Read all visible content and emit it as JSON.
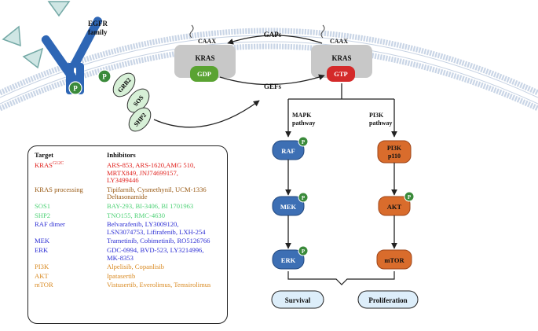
{
  "receptor": {
    "line1": "EGFR",
    "line2": "family"
  },
  "phospho_label": "P",
  "adaptors": [
    "GRB2",
    "SOS",
    "SHP2"
  ],
  "kras_inactive": {
    "name": "KRAS",
    "nucleotide": "GDP"
  },
  "kras_active": {
    "name": "KRAS",
    "nucleotide": "GTP"
  },
  "caax": "CAAX",
  "gaps": "GAPs",
  "gefs": "GEFs",
  "pathways": {
    "mapk": {
      "line1": "MAPK",
      "line2": "pathway"
    },
    "pi3k": {
      "line1": "PI3K",
      "line2": "pathway"
    }
  },
  "nodes": {
    "raf": "RAF",
    "mek": "MEK",
    "erk": "ERK",
    "pi3k_line1": "PI3K",
    "pi3k_line2": "p110",
    "akt": "AKT",
    "mtor": "mTOR"
  },
  "outcomes": {
    "survival": "Survival",
    "proliferation": "Proliferation"
  },
  "colors": {
    "blue_node": "#3d6fb4",
    "orange_node": "#d96c2c",
    "gdp": "#5aa332",
    "gtp": "#d42a2a",
    "kras_box": "#c8c8c8",
    "membrane_head": "#b6c7dd"
  },
  "table": {
    "header_target": "Target",
    "header_inhibitors": "Inhibitors",
    "rows": [
      {
        "target": "KRAS",
        "target_sup": "G12C",
        "color": "#e0221e",
        "lines": [
          "ARS-853, ARS-1620,AMG 510,",
          "MRTX849, JNJ74699157,",
          "LY3499446"
        ]
      },
      {
        "target": "KRAS processing",
        "color": "#9a5b16",
        "lines": [
          "Tipifarnib, Cysmethynil, UCM-1336",
          "Deltasonamide"
        ]
      },
      {
        "target": "SOS1",
        "color": "#4fd277",
        "lines": [
          "BAY-293, BI-3406, BI 1701963"
        ]
      },
      {
        "target": "SHP2",
        "color": "#4fd277",
        "lines": [
          "TNO155, RMC-4630"
        ]
      },
      {
        "target": "RAF dimer",
        "color": "#2d2fd4",
        "lines": [
          "Belvarafenib, LY3009120,",
          "LSN3074753, Lifirafenib, LXH-254"
        ]
      },
      {
        "target": "MEK",
        "color": "#2d2fd4",
        "lines": [
          "Trametinib, Cobimetinib, RO5126766"
        ]
      },
      {
        "target": "ERK",
        "color": "#2d2fd4",
        "lines": [
          "GDC-0994, BVD-523, LY3214996,",
          "MK-8353"
        ]
      },
      {
        "target": "PI3K",
        "color": "#d98a22",
        "lines": [
          "Alpelisib, Copanlisib"
        ]
      },
      {
        "target": "AKT",
        "color": "#d98a22",
        "lines": [
          "Ipatasertib"
        ]
      },
      {
        "target": "mTOR",
        "color": "#d98a22",
        "lines": [
          "Vistusertib, Everolimus, Temsirolimus"
        ]
      }
    ]
  }
}
